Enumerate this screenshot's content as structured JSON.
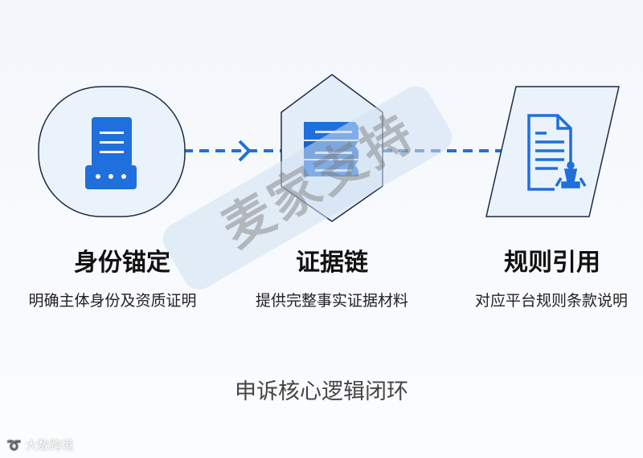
{
  "colors": {
    "accent": "#1f6fdc",
    "node_fill": "#e9f2fb",
    "node_border": "#1d2b45"
  },
  "nodes": [
    {
      "title": "身份锚定",
      "subtitle": "明确主体身份及资质证明",
      "icon": "id-card-reader-icon"
    },
    {
      "title": "证据链",
      "subtitle": "提供完整事实证据材料",
      "icon": "stacked-documents-icon"
    },
    {
      "title": "规则引用",
      "subtitle": "对应平台规则条款说明",
      "icon": "document-stamp-icon"
    }
  ],
  "footer": "申诉核心逻辑闭环",
  "watermark": "麦家支持",
  "corner_logo": "大数跨境"
}
